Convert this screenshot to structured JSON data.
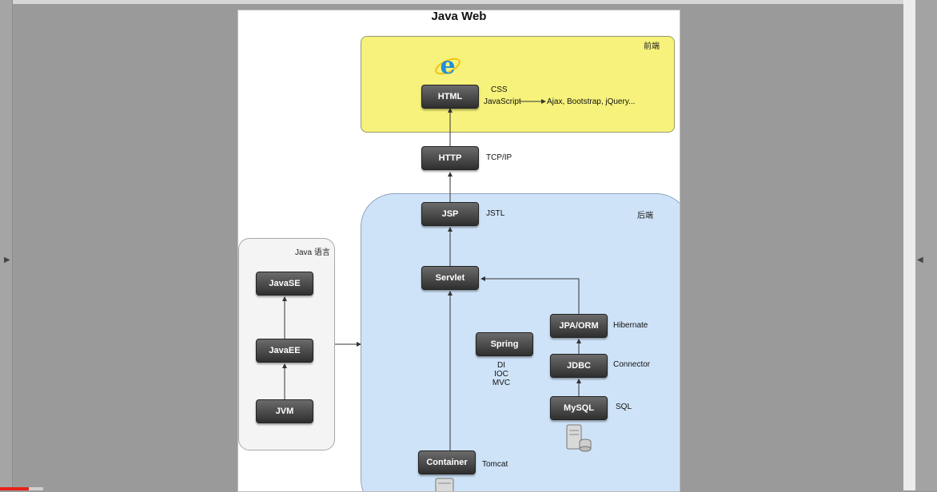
{
  "diagram": {
    "title": "Java Web",
    "regions": {
      "frontend": "前端",
      "backend": "后端",
      "java_language": "Java 语言"
    },
    "nodes": {
      "html": "HTML",
      "http": "HTTP",
      "jsp": "JSP",
      "servlet": "Servlet",
      "javase": "JavaSE",
      "javaee": "JavaEE",
      "jvm": "JVM",
      "spring": "Spring",
      "jpa_orm": "JPA/ORM",
      "jdbc": "JDBC",
      "mysql": "MySQL",
      "container": "Container"
    },
    "labels": {
      "css": "CSS",
      "javascript": "JavaScript",
      "ajax_etc": "Ajax, Bootstrap, jQuery...",
      "tcp_ip": "TCP/IP",
      "jstl": "JSTL",
      "hibernate": "Hibernate",
      "connector": "Connector",
      "sql": "SQL",
      "tomcat": "Tomcat",
      "spring_di": "DI",
      "spring_ioc": "IOC",
      "spring_mvc": "MVC"
    },
    "icons": [
      "internet-explorer-icon",
      "database-server-icon"
    ]
  },
  "player": {
    "progress_color": "#e62117"
  }
}
